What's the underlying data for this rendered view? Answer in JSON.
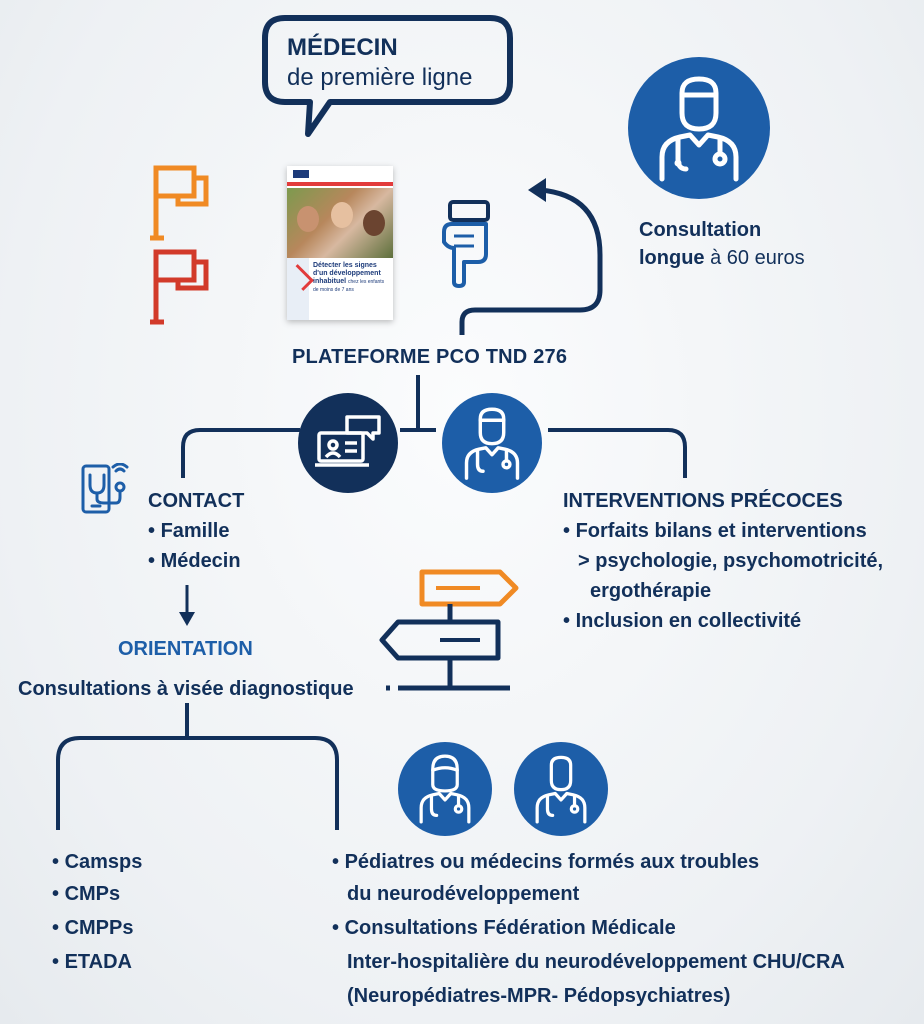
{
  "speech_bubble": {
    "title": "MÉDECIN",
    "subtitle": "de première ligne"
  },
  "brochure": {
    "title_line1": "Détecter les signes",
    "title_line2": "d'un développement",
    "title_line3": "inhabituel",
    "title_rest": "chez les enfants de moins de 7 ans"
  },
  "consultation": {
    "line1": "Consultation",
    "line2_bold": "longue",
    "line2_rest": " à 60 euros"
  },
  "platform": {
    "label": "PLATEFORME PCO TND 276"
  },
  "contact": {
    "title": "CONTACT",
    "items": [
      "Famille",
      "Médecin"
    ]
  },
  "interventions": {
    "title": "INTERVENTIONS PRÉCOCES",
    "item1": "Forfaits bilans et interventions",
    "item1_sub1": "> psychologie, psychomotricité,",
    "item1_sub2": "ergothérapie",
    "item2": "Inclusion en collectivité"
  },
  "orientation": {
    "title": "ORIENTATION",
    "subtitle": "Consultations à visée diagnostique"
  },
  "structures": {
    "items": [
      "Camsps",
      "CMPs",
      "CMPPs",
      "ETADA"
    ]
  },
  "specialists": {
    "item1_line1": "Pédiatres ou médecins formés aux troubles",
    "item1_line2": "du neurodéveloppement",
    "item2_line1": "Consultations Fédération Médicale",
    "item2_line2": "Inter-hospitalière du neurodéveloppement CHU/CRA",
    "item2_line3": "(Neuropédiatres-MPR- Pédopsychiatres)"
  },
  "colors": {
    "navy": "#12305a",
    "blue": "#1d5ea8",
    "orange": "#f08a24",
    "red": "#d23a2a",
    "dark_circle": "#12305a"
  }
}
